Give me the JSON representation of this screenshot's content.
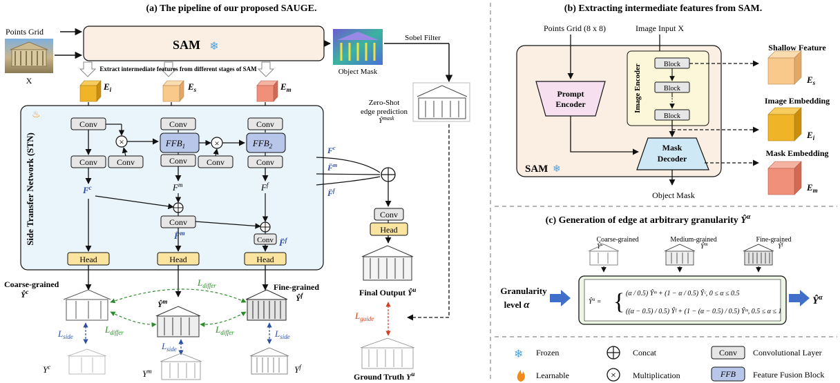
{
  "panel_a": {
    "title": "(a) The pipeline of our proposed SAUGE.",
    "points_grid": "Points Grid",
    "x_label": "X",
    "sam": "SAM",
    "extract": "Extract intermediate features from different stages of SAM",
    "e_i": "E",
    "e_i_sub": "i",
    "e_s": "E",
    "e_s_sub": "s",
    "e_m": "E",
    "e_m_sub": "m",
    "object_mask": "Object Mask",
    "sobel": "Sobel Filter",
    "zero_shot_1": "Zero-Shot",
    "zero_shot_2": "edge prediction",
    "zero_shot_sym": "Ŷ",
    "zero_shot_sup": "mask",
    "stn": "Side Transfer Network (STN)",
    "conv": "Conv",
    "head": "Head",
    "ffb1": "FFB",
    "ffb1_sub": "1",
    "ffb2": "FFB",
    "ffb2_sub": "2",
    "fc": "F",
    "fc_sup": "c",
    "fm": "F",
    "fm_sup": "m",
    "ff": "F",
    "ff_sup": "f",
    "fm_hat": "F̈",
    "fm_hat_sup": "m",
    "ff_hat": "F̈",
    "ff_hat_sup": "f",
    "coarse": "Coarse-grained",
    "fine": "Fine-grained",
    "yhat": "Ŷ",
    "y": "Y",
    "sup_c": "c",
    "sup_m": "m",
    "sup_f": "f",
    "sup_u": "u",
    "l": "L",
    "l_differ": "differ",
    "l_side": "side",
    "l_guide": "guide",
    "final_output": "Final Output",
    "ground_truth": "Ground Truth"
  },
  "panel_b": {
    "title": "(b) Extracting intermediate features from SAM.",
    "points_grid": "Points Grid (8 x 8)",
    "image_input": "Image Input X",
    "prompt_encoder_1": "Prompt",
    "prompt_encoder_2": "Encoder",
    "image_encoder": "Image Encoder",
    "block": "Block",
    "dots": "⋮",
    "mask_decoder_1": "Mask",
    "mask_decoder_2": "Decoder",
    "sam": "SAM",
    "object_mask": "Object Mask",
    "shallow": "Shallow Feature",
    "image_embedding": "Image Embedding",
    "mask_embedding": "Mask Embedding",
    "e": "E",
    "sub_s": "s",
    "sub_i": "i",
    "sub_m": "m"
  },
  "panel_c": {
    "title": "(c) Generation of edge at arbitrary granularity",
    "title_sym": "Ŷ",
    "title_sup": "α",
    "coarse": "Coarse-grained",
    "medium": "Medium-grained",
    "fine": "Fine-grained",
    "yhat": "Ŷ",
    "sup_c": "c",
    "sup_m": "m",
    "sup_f": "f",
    "sup_a": "α",
    "granularity_1": "Granularity",
    "granularity_2": "level",
    "alpha": "α",
    "eq_lhs": "Ŷ",
    "eq_line1": "(α / 0.5) Ŷᵐ + (1 − α / 0.5) Ŷᶜ, 0 ≤ α ≤ 0.5",
    "eq_line2": "((α − 0.5) / 0.5) Ŷᶠ + (1 − (α − 0.5) / 0.5) Ŷᵐ, 0.5 ≤ α ≤ 1"
  },
  "legend": {
    "frozen": "Frozen",
    "learnable": "Learnable",
    "concat": "Concat",
    "multiplication": "Multiplication",
    "conv": "Conv",
    "conv_desc": "Convolutional Layer",
    "ffb": "FFB",
    "ffb_desc": "Feature Fusion Block"
  },
  "colors": {
    "sam_fill": "#fbeee3",
    "stn_fill": "#eaf4fb",
    "conv_fill": "#e6e6e6",
    "head_fill": "#fbe3a0",
    "ffb_fill": "#b8c6ea",
    "blue_text": "#2f4fa0",
    "green_text": "#2e8b2e",
    "red_text": "#d04020",
    "cube_i": "#f0b429",
    "cube_s": "#f9c98c",
    "cube_m": "#f0907a",
    "mask_decoder": "#cfe8f5",
    "prompt_encoder": "#f6e0f0",
    "image_encoder": "#fbf7d8",
    "eq_fill": "#eef6e6"
  }
}
